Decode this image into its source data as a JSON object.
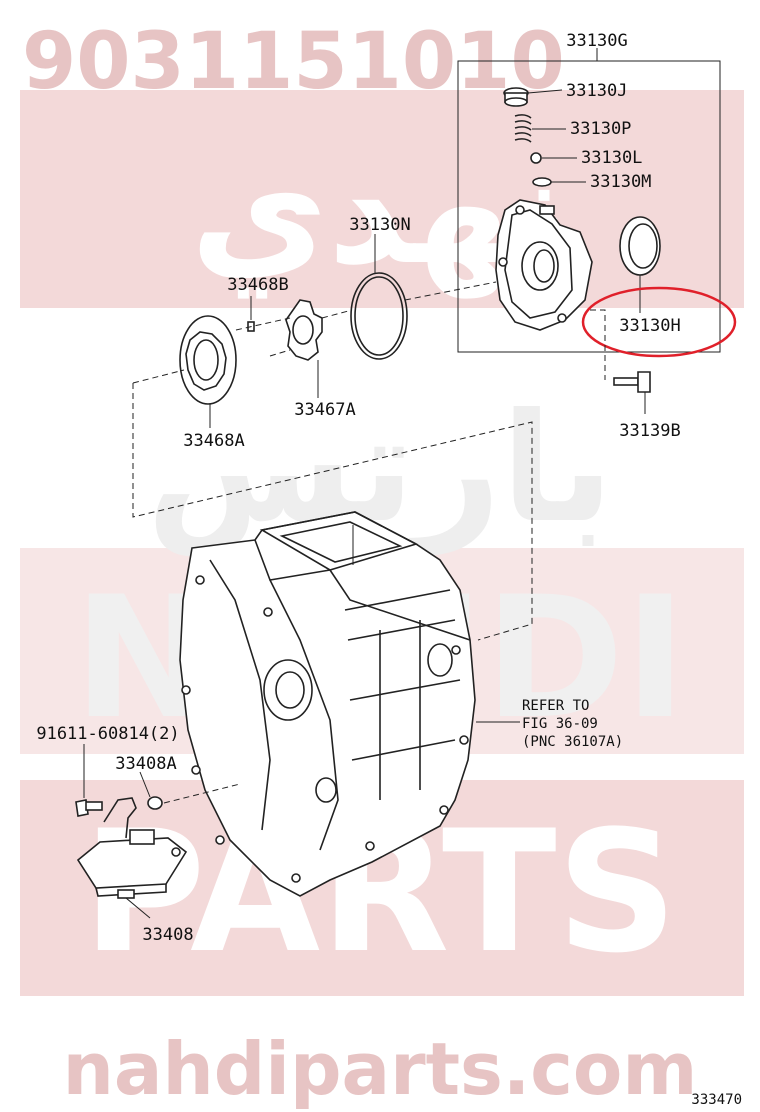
{
  "watermark": {
    "part_number": "9031151010",
    "arabic_brand_1": "نهدي",
    "arabic_brand_2": "بارتس",
    "brand_word_1": "NAHDI",
    "brand_word_2": "PARTS",
    "website": "nahdiparts.com"
  },
  "colors": {
    "watermark_band": "#f3d9d9",
    "watermark_text": "#e7c4c4",
    "highlight_circle": "#e0202a",
    "line": "#222222"
  },
  "labels": {
    "p33130G": "33130G",
    "p33130J": "33130J",
    "p33130P": "33130P",
    "p33130L": "33130L",
    "p33130M": "33130M",
    "p33130N": "33130N",
    "p33468B": "33468B",
    "p33130H": "33130H",
    "p33467A": "33467A",
    "p33468A": "33468A",
    "p33139B": "33139B",
    "p91611": "91611-60814(2)",
    "p33408A": "33408A",
    "p33408": "33408"
  },
  "note": {
    "line1": "REFER TO",
    "line2": "FIG 36-09",
    "line3": "(PNC 36107A)"
  },
  "figure_id": "333470",
  "highlighted_part": "33130H"
}
